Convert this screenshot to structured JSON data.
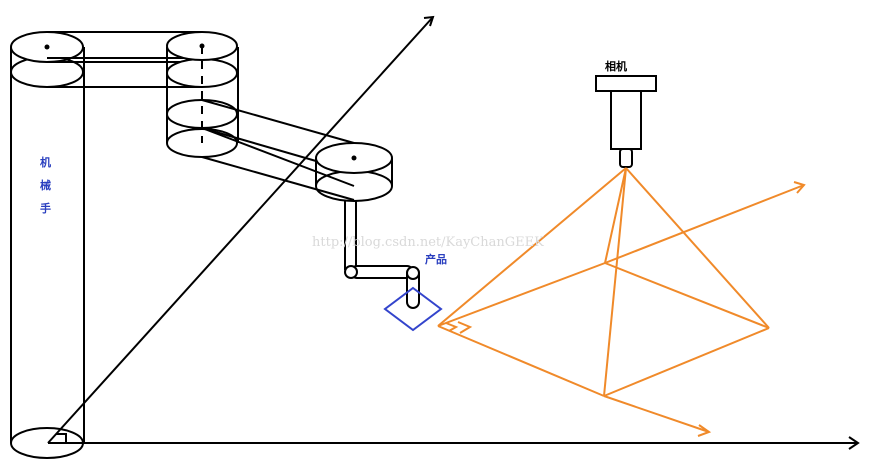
{
  "labels": {
    "robot_line1": "机",
    "robot_line2": "械",
    "robot_line3": "手",
    "product": "产品",
    "camera": "相机"
  },
  "watermark": "http://blog.csdn.net/KayChanGEEK",
  "colors": {
    "robot_lines": "#000000",
    "label_text": "#2a3fbf",
    "camera_frame": "#f08a2a",
    "product": "#3344cc"
  }
}
